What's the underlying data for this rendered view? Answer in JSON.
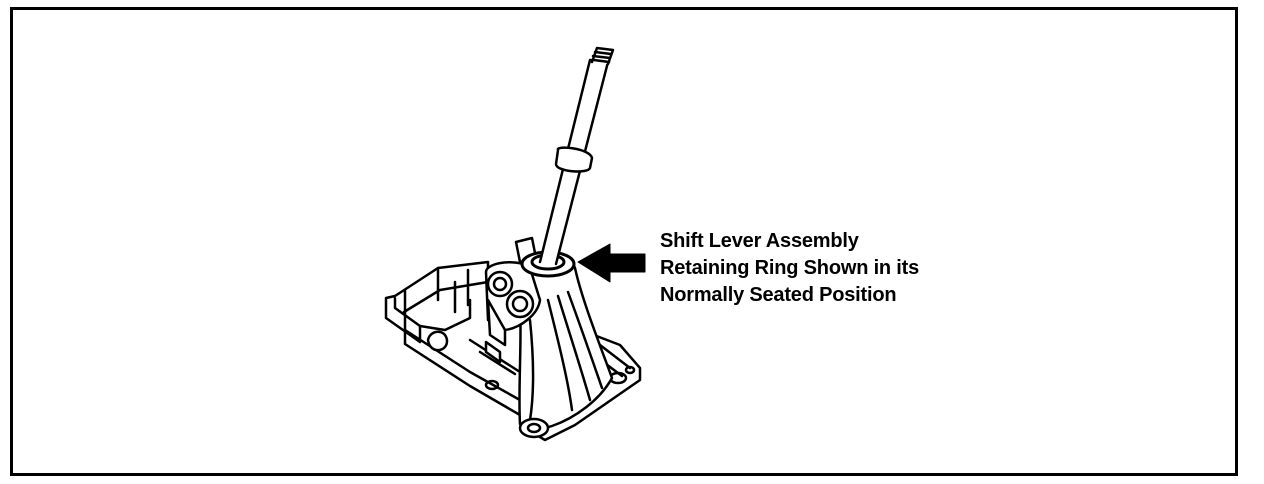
{
  "figure": {
    "callout_lines": [
      "Shift Lever Assembly",
      "Retaining Ring Shown in its",
      "Normally Seated Position"
    ],
    "illustration": "shift-lever-assembly",
    "arrow_icon": "left-arrow-icon",
    "colors": {
      "ink": "#000000",
      "paper": "#ffffff"
    }
  }
}
